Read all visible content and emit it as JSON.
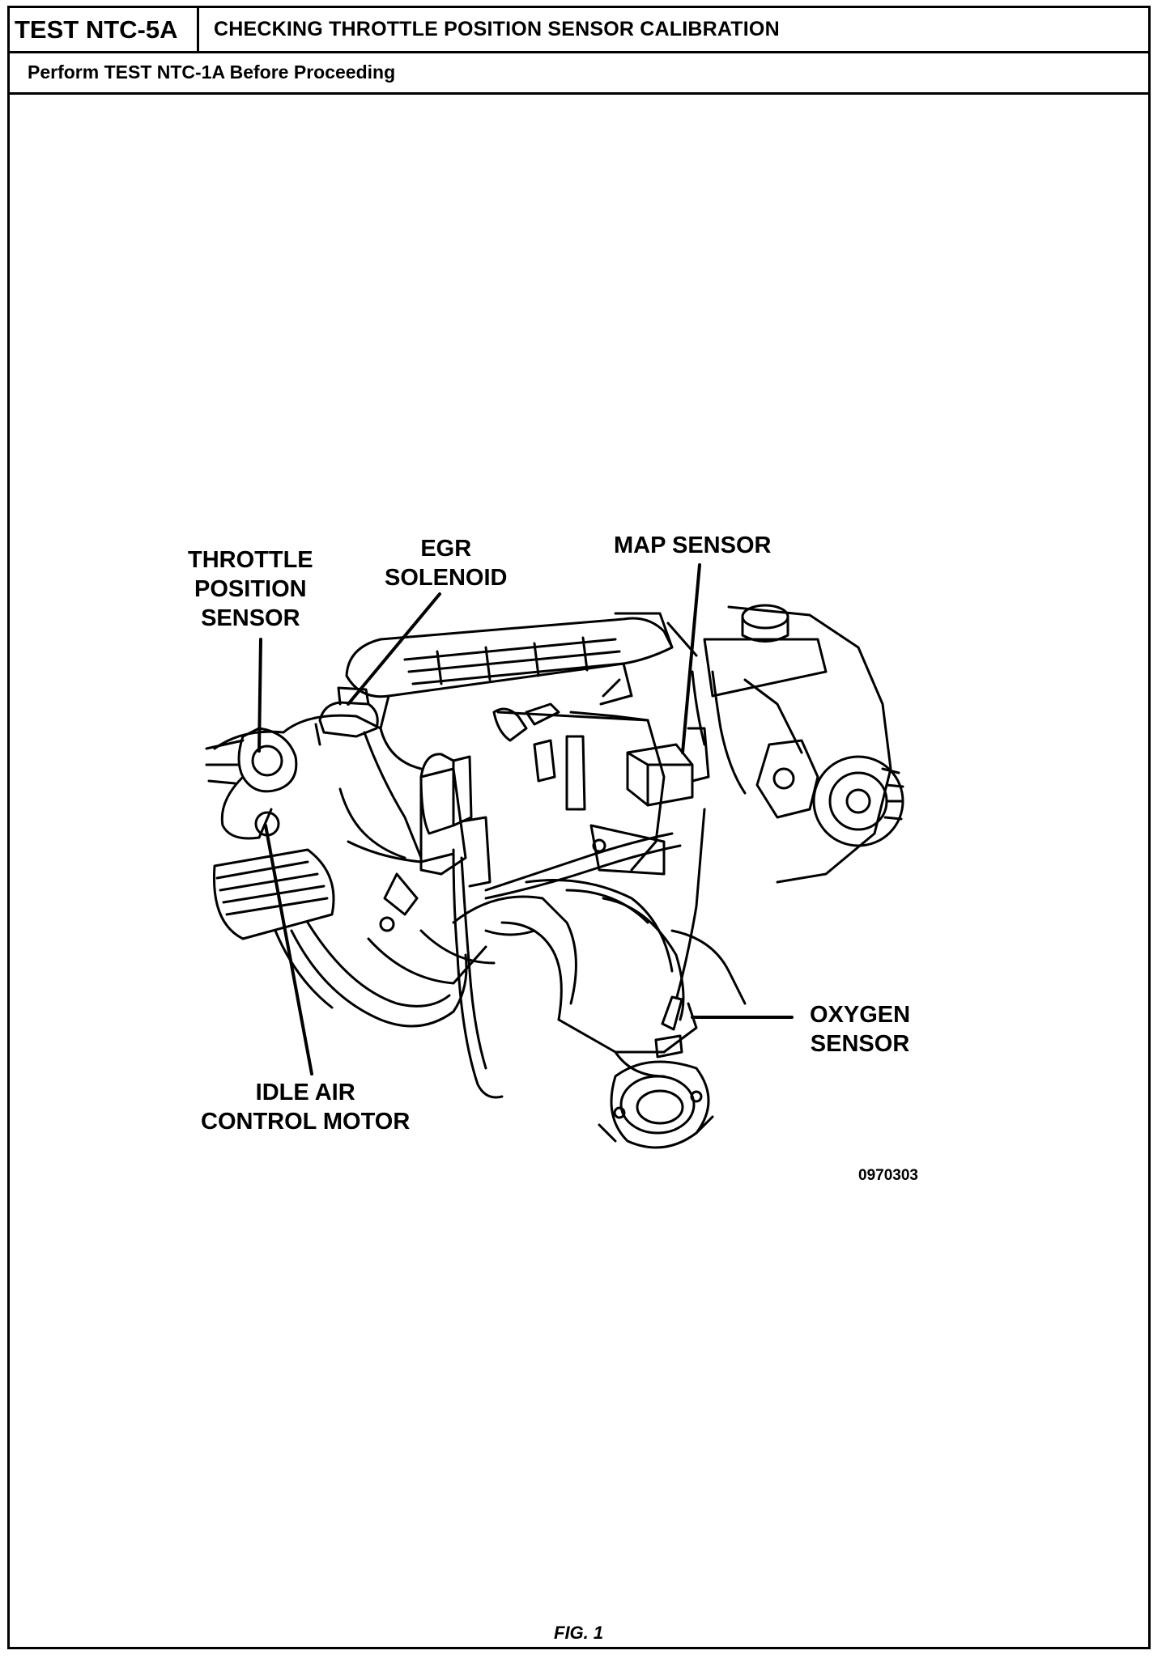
{
  "header": {
    "test_id": "TEST NTC-5A",
    "title": "CHECKING THROTTLE POSITION SENSOR CALIBRATION"
  },
  "subheader": {
    "instruction": "Perform TEST NTC-1A Before Proceeding"
  },
  "figure": {
    "labels": {
      "throttle_position_sensor": [
        "THROTTLE",
        "POSITION",
        "SENSOR"
      ],
      "egr_solenoid": [
        "EGR",
        "SOLENOID"
      ],
      "map_sensor": [
        "MAP SENSOR"
      ],
      "oxygen_sensor": [
        "OXYGEN",
        "SENSOR"
      ],
      "idle_air_control_motor": [
        "IDLE AIR",
        "CONTROL MOTOR"
      ]
    },
    "part_number": "0970303",
    "caption": "FIG. 1",
    "line_color": "#000000",
    "background_color": "#ffffff"
  }
}
